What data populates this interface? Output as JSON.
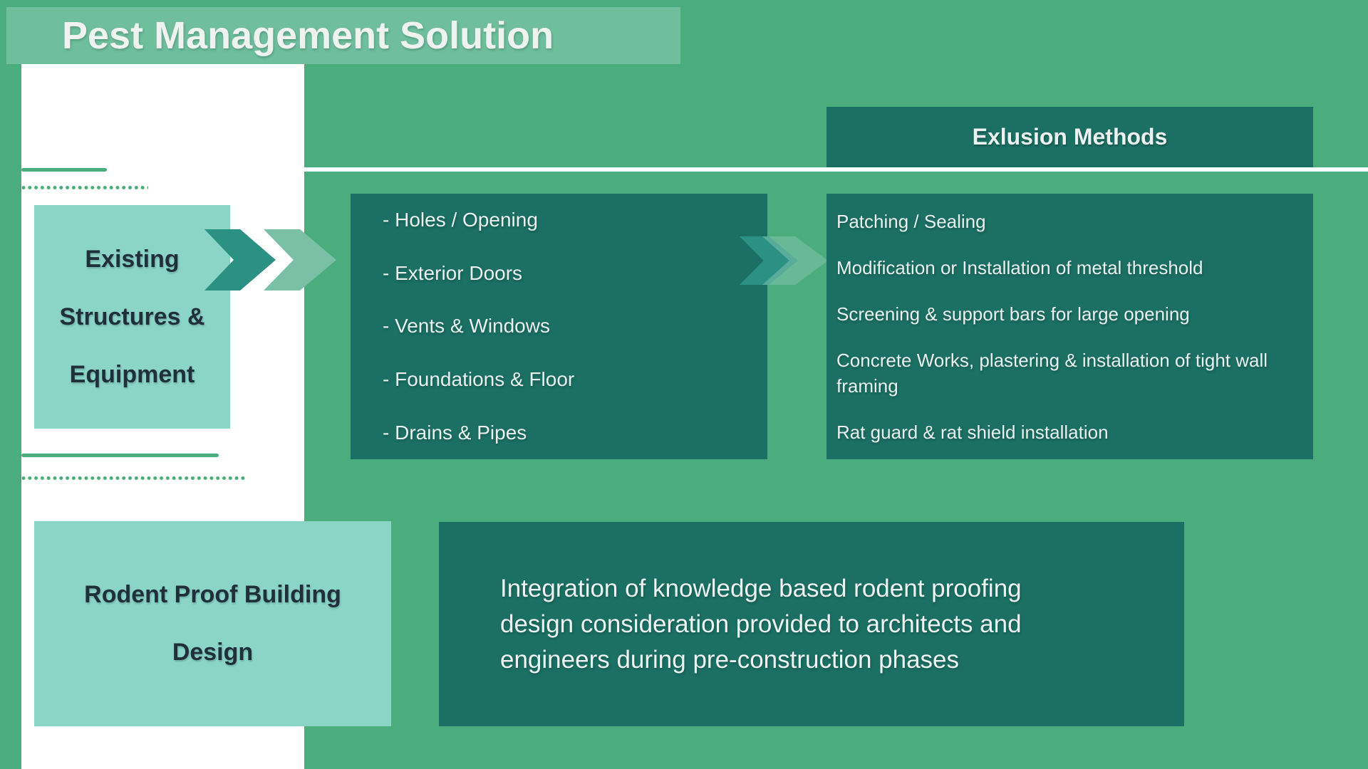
{
  "slide": {
    "title": "Pest Management Solution"
  },
  "flow": {
    "source": {
      "lines": [
        "Existing",
        "Structures &",
        "Equipment"
      ]
    },
    "areas": {
      "items": [
        "- Holes / Opening",
        "- Exterior Doors",
        "- Vents & Windows",
        "- Foundations & Floor",
        "- Drains & Pipes"
      ]
    },
    "exclusion": {
      "header": "Exlusion Methods",
      "items": [
        "Patching / Sealing",
        "Modification or Installation of metal threshold",
        "Screening & support bars for large opening",
        "Concrete Works, plastering & installation of tight wall framing",
        "Rat guard & rat shield installation"
      ]
    }
  },
  "bottom_flow": {
    "design": {
      "lines": [
        "Rodent Proof Building",
        "Design"
      ]
    },
    "note": {
      "lines": [
        "Integration of knowledge based rodent proofing",
        "design consideration provided to architects and",
        "engineers during pre-construction phases"
      ]
    }
  },
  "colors": {
    "background_green": "#4BAD7E",
    "panel_dark_teal": "#1B7063",
    "panel_light_teal": "#8BD5C6",
    "title_bar_green": "#6FBF9E",
    "chevron_dark": "#2B9183",
    "chevron_light": "#79C0A6",
    "ink_dark": "#20303B",
    "text_light": "#EDF3F0",
    "strip_white": "#FFFFFF"
  }
}
